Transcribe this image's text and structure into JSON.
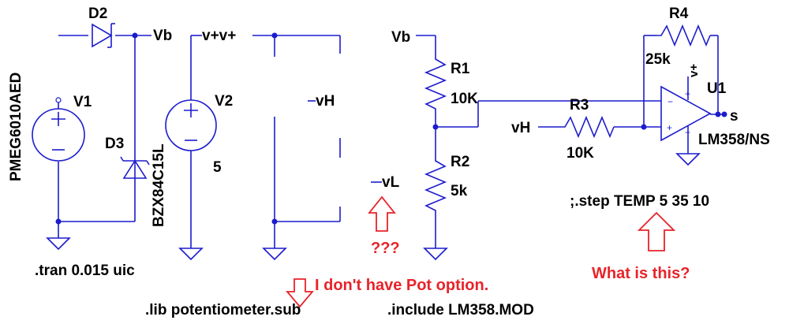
{
  "components": {
    "d2": "D2",
    "d3": "D3",
    "d2_model": "PMEG6010AED",
    "d3_model": "BZX84C15L",
    "v1": "V1",
    "v2": "V2",
    "v2_value": "5",
    "r1": "R1",
    "r1_value": "10K",
    "r2": "R2",
    "r2_value": "5k",
    "r3": "R3",
    "r3_value": "10K",
    "r4": "R4",
    "r4_value": "25k",
    "u1": "U1",
    "u1_model": "LM358/NS"
  },
  "nets": {
    "vb_left": "Vb",
    "vplus": "v+v+",
    "vh_right": "vH",
    "vl": "vL",
    "vb_mid": "Vb",
    "vh_mid": "vH",
    "output": "s",
    "vplus_opamp": "v+"
  },
  "directives": {
    "tran": ".tran 0.015 uic",
    "lib": ".lib potentiometer.sub",
    "include": ".include LM358.MOD",
    "step": ";.step TEMP 5 35 10"
  },
  "annotations": {
    "question_marks": "???",
    "no_pot": "I don't have  Pot option.",
    "what_is_this": "What is this?"
  },
  "colors": {
    "wire": "#1c1ccd",
    "annotation": "#e8232a",
    "text": "#000000"
  }
}
